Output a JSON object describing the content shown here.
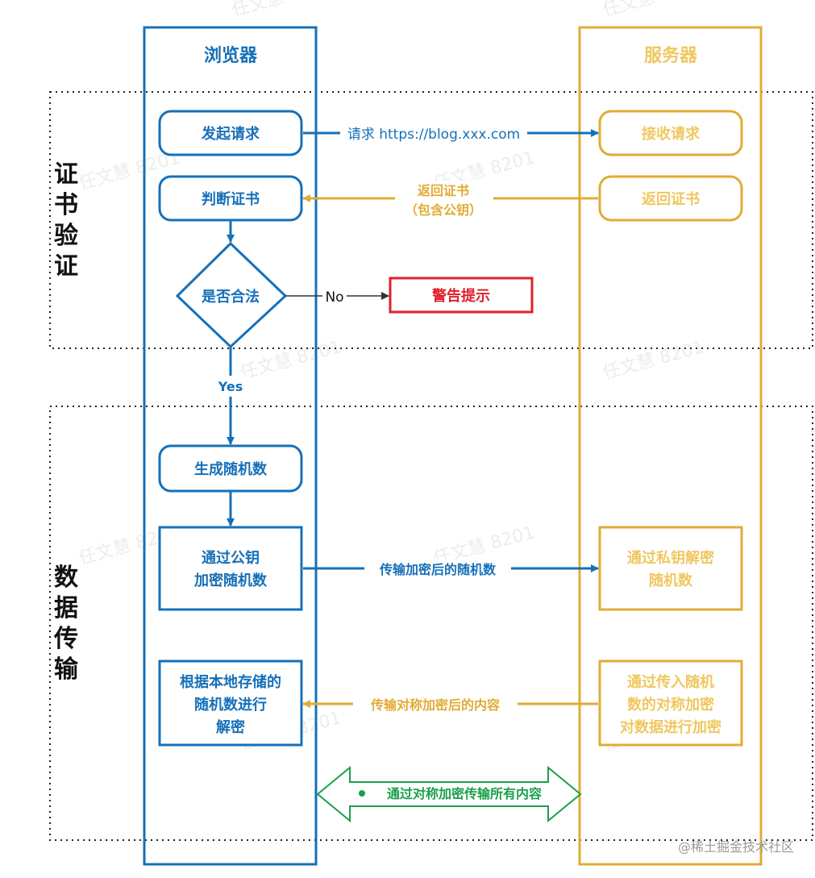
{
  "colors": {
    "blue": "#1670b8",
    "gold": "#e0ac35",
    "gold_text": "#f0c75f",
    "red": "#e0202a",
    "green": "#1aa04a",
    "dark": "#111111"
  },
  "columns": {
    "browser": "浏览器",
    "server": "服务器"
  },
  "sections": {
    "cert": "证书验证",
    "data": "数据传输"
  },
  "browser": {
    "send_request": "发起请求",
    "check_cert": "判断证书",
    "is_valid": "是否合法",
    "gen_random": "生成随机数",
    "encrypt_l1": "通过公钥",
    "encrypt_l2": "加密随机数",
    "decrypt_l1": "根据本地存储的",
    "decrypt_l2": "随机数进行",
    "decrypt_l3": "解密"
  },
  "server": {
    "receive": "接收请求",
    "return_cert": "返回证书",
    "priv_l1": "通过私钥解密",
    "priv_l2": "随机数",
    "sym_l1": "通过传入随机",
    "sym_l2": "数的对称加密",
    "sym_l3": "对数据进行加密"
  },
  "arrows": {
    "request": "请求 https://blog.xxx.com",
    "ret_l1": "返回证书",
    "ret_l2": "（包含公钥）",
    "no": "No",
    "yes": "Yes",
    "send_random": "传输加密后的随机数",
    "send_content": "传输对称加密后的内容",
    "all": "通过对称加密传输所有内容"
  },
  "warning": "警告提示",
  "watermark": "@稀土掘金技术社区"
}
